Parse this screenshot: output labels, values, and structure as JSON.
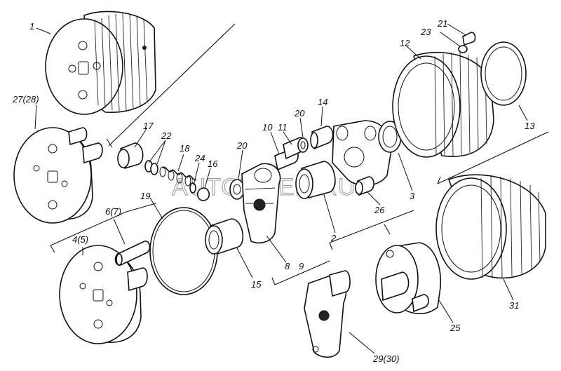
{
  "watermark": "AUTOTITER.RU",
  "labels": {
    "p1": "1",
    "p2": "2",
    "p3": "3",
    "p4": "4(5)",
    "p6": "6(7)",
    "p8": "8",
    "p9": "9",
    "p10": "10",
    "p11": "11",
    "p12": "12",
    "p13": "13",
    "p14": "14",
    "p15": "15",
    "p16": "16",
    "p17": "17",
    "p18": "18",
    "p19": "19",
    "p20a": "20",
    "p20b": "20",
    "p21": "21",
    "p22": "22",
    "p23": "23",
    "p24": "24",
    "p25": "25",
    "p26": "26",
    "p27": "27(28)",
    "p29": "29(30)",
    "p31": "31"
  }
}
